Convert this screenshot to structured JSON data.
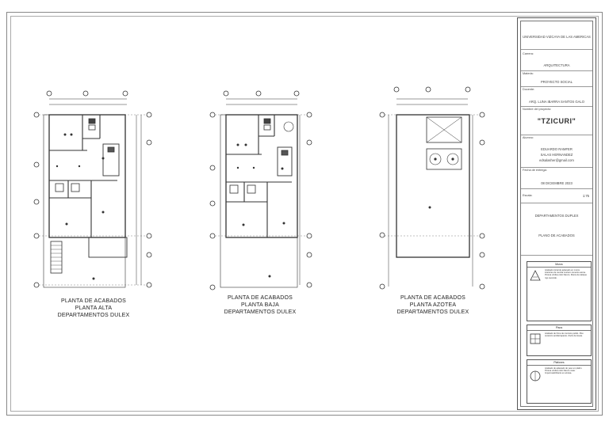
{
  "plans": [
    {
      "id": "alta",
      "caption": [
        "PLANTA DE ACABADOS",
        "PLANTA ALTA",
        "DEPARTAMENTOS DULEX"
      ]
    },
    {
      "id": "baja",
      "caption": [
        "PLANTA DE ACABADOS",
        "PLANTA BAJA",
        "DEPARTAMENTOS DULEX"
      ]
    },
    {
      "id": "azotea",
      "caption": [
        "PLANTA DE ACABADOS",
        "PLANTA AZOTEA",
        "DEPARTAMENTOS DULEX"
      ]
    }
  ],
  "title_block": {
    "university": "UNIVERSIDAD VIZCAYA DE LAS AMERICAS",
    "career_label": "Carrera:",
    "career": "ARQUITECTURA",
    "subject_label": "Materia:",
    "subject": "PROYECTO SOCIAL",
    "teacher_label": "Docente:",
    "teacher": "ARQ. LUNA IBARRA SANTOS GALO",
    "project_label": "Nombre del proyecto:",
    "project": "\"TZICURI\"",
    "student_label": "Alumno:",
    "student_line1": "EDUARDO RAMFER",
    "student_line2": "SALAS HERNANDEZ",
    "student_email": "edsalasher@gmail.com",
    "date_label": "Fecha de entrega:",
    "date": "08 DICIEMBRE 2023",
    "scale_label": "Escala:",
    "scale": "1:75",
    "sheet_title1": "DEPARTAMENTOS DUPLEX",
    "sheet_title2": "PLANO DE ACABADOS"
  },
  "legends": [
    {
      "title": "Muros",
      "body": "Acabado inicial de aplanado en muros interiores de mezcla mortero cemento arena. Pintura vinilica color blanco. Muros de tabique rojo recocido."
    },
    {
      "title": "Pisos",
      "body": "Acabado de firme de concreto pulido. Piso ceramico antiderrapante. Zoclo de loseta."
    },
    {
      "title": "Plafones",
      "body": "Acabado de aplanado de yeso en plafon. Pintura vinilica color blanco mate. Impermeabilizante en azotea."
    }
  ]
}
